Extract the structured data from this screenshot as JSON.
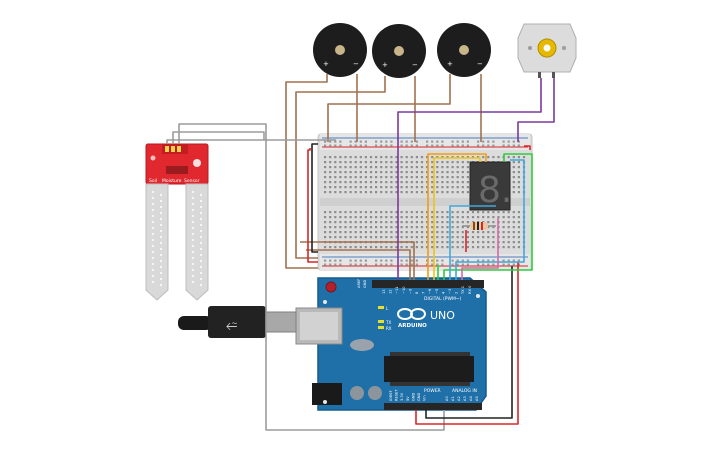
{
  "sensor": {
    "label_1": "Soil",
    "label_2": "Moisture",
    "label_3": "Sensor"
  },
  "arduino": {
    "brand": "ARDUINO",
    "model": "UNO",
    "digital_label": "DIGITAL (PWM~)",
    "power_label": "POWER",
    "analog_label": "ANALOG IN",
    "tx_label": "TX",
    "rx_label": "RX",
    "l_label": "L",
    "aref_label": "AREF",
    "gnd_label": "GND",
    "digital_pins": [
      "13",
      "12",
      "~11",
      "~10",
      "~9",
      "8",
      "7",
      "~6",
      "~5",
      "4",
      "~3",
      "2",
      "TX 1",
      "RX 0"
    ],
    "power_pins": [
      "IOREF",
      "RESET",
      "3.3V",
      "5V",
      "GND",
      "GND",
      "Vin"
    ],
    "analog_pins": [
      "A0",
      "A1",
      "A2",
      "A3",
      "A4",
      "A5"
    ]
  },
  "display": {
    "digit": "8."
  },
  "buzzers": [
    {
      "plus": "+",
      "minus": "−"
    },
    {
      "plus": "+",
      "minus": "−"
    },
    {
      "plus": "+",
      "minus": "−"
    }
  ],
  "colors": {
    "wire_brown": "#a0714f",
    "wire_gray": "#9c9c9c",
    "wire_red": "#d9262c",
    "wire_black": "#222222",
    "wire_purple": "#7b3a9a",
    "wire_orange": "#f39c12",
    "wire_yellow": "#f1c40f",
    "wire_green": "#2ecc40",
    "wire_blue": "#3fa9dc",
    "wire_pink": "#d46aa6",
    "board_blue": "#1f6fa8",
    "sensor_red": "#e0282e"
  }
}
